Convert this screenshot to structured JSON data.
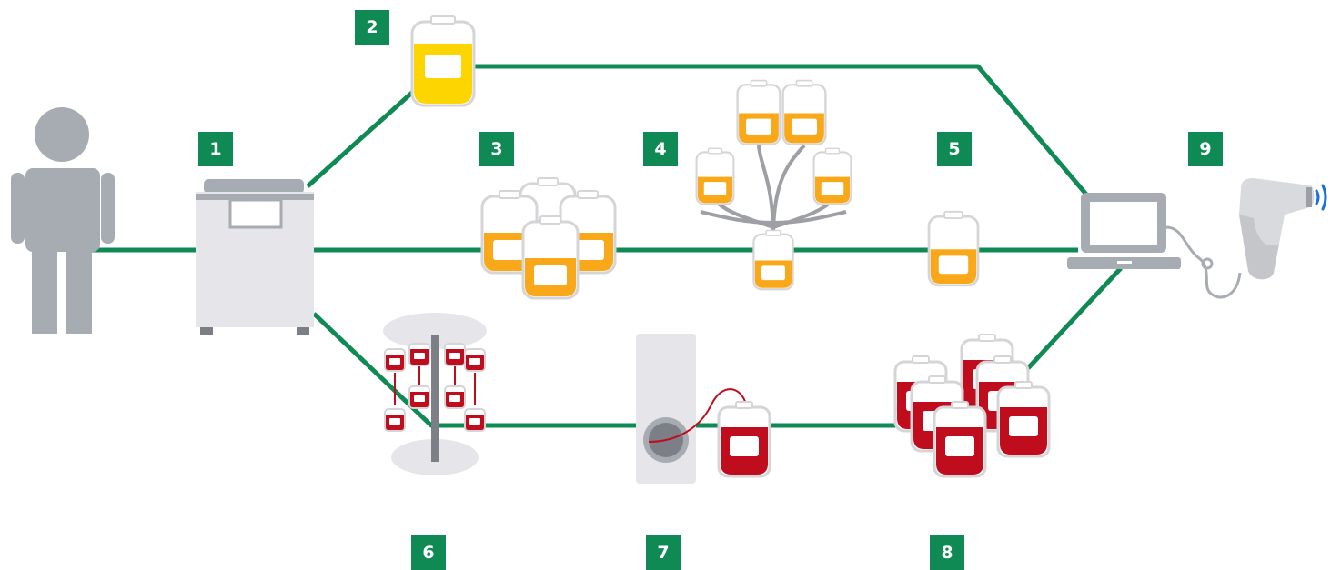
{
  "colors": {
    "line": "#0f8a55",
    "badge_bg": "#0f8a55",
    "badge_text": "#ffffff",
    "person": "#a7abb2",
    "machine_light": "#e6e6ea",
    "machine_dark": "#a7abb2",
    "bag_outline": "#d5d5d8",
    "plasma": "#fdd500",
    "platelets": "#f9a81a",
    "red_cells": "#c00d1e",
    "tube": "#9d9fa5",
    "scanner_body": "#d9dadd",
    "scanner_waves": "#1b6ee0"
  },
  "steps": [
    {
      "number": "1",
      "icon": "blood-separation-machine-icon"
    },
    {
      "number": "2",
      "icon": "plasma-bag-icon"
    },
    {
      "number": "3",
      "icon": "platelet-bag-group-icon"
    },
    {
      "number": "4",
      "icon": "platelet-pooling-set-icon"
    },
    {
      "number": "5",
      "icon": "platelet-bag-icon"
    },
    {
      "number": "6",
      "icon": "red-cell-bag-hanger-icon"
    },
    {
      "number": "7",
      "icon": "blood-filter-device-icon"
    },
    {
      "number": "8",
      "icon": "red-cell-bag-stack-icon"
    },
    {
      "number": "9",
      "icon": "laptop-and-barcode-scanner-icon"
    }
  ],
  "start_icon": "donor-person-icon"
}
